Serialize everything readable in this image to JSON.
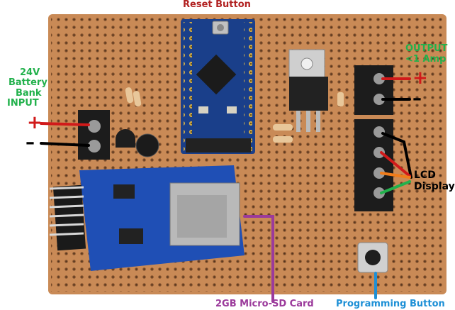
{
  "colors": {
    "annotation_red": "#b22222",
    "annotation_green": "#22b14c",
    "annotation_purple": "#9b3a9b",
    "annotation_blue": "#1e90d6",
    "annotation_black": "#000000",
    "pcb_board": "#c98a56",
    "module_blue": "#1f4fb5",
    "arduino_blue": "#1a3f8a"
  },
  "labels": {
    "reset_button": "Reset Button",
    "input_line1": "24V",
    "input_line2": "Battery",
    "input_line3": "Bank",
    "input_line4": "INPUT",
    "output_line1": "OUTPUT",
    "output_line2": "<1 Amp",
    "lcd_line1": "LCD",
    "lcd_line2": "Display",
    "sd_card": "2GB Micro-SD Card",
    "programming_button": "Programming Button",
    "input_plus": "+",
    "input_minus": "–",
    "output_plus": "+",
    "output_minus": "–"
  },
  "icons": {
    "arduino": "microcontroller-board-icon",
    "regulator": "voltage-regulator-icon",
    "sd_module": "sd-card-module-icon",
    "terminal": "screw-terminal-icon",
    "button": "push-button-icon"
  }
}
